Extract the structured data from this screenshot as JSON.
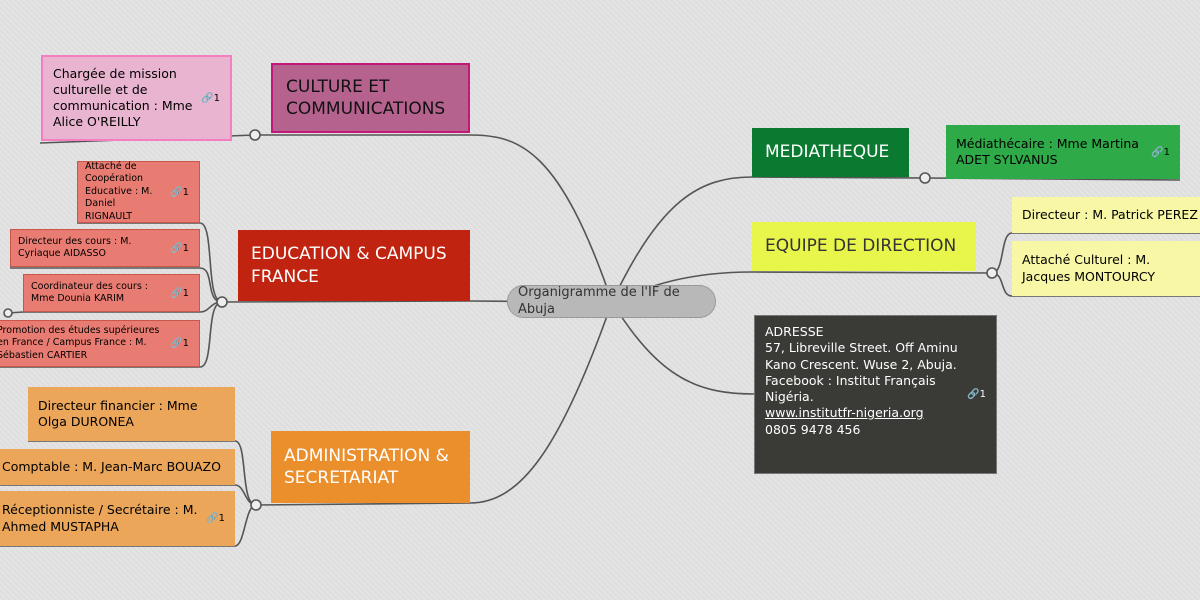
{
  "center": "Organigramme de l'IF de Abuja",
  "link_badge": "1",
  "colors": {
    "culture": "#b5628e",
    "culture_child": "#e9b4d0",
    "education": "#c0230f",
    "education_child": "#e97c72",
    "admin": "#ea8f2c",
    "admin_child": "#eba65a",
    "mediatheque": "#0a7a30",
    "mediatheque_child": "#2eaa48",
    "direction": "#e8f54a",
    "direction_child": "#f7f7a5",
    "address": "#3a3a36"
  },
  "branches": {
    "culture": {
      "title": "CULTURE ET COMMUNICATIONS",
      "children": [
        "Chargée de mission culturelle et de communication : Mme Alice O'REILLY"
      ]
    },
    "education": {
      "title": "EDUCATION & CAMPUS FRANCE",
      "children": [
        "Attaché de Coopération Educative : M. Daniel RIGNAULT",
        "Directeur des cours : M. Cyriaque AIDASSO",
        "Coordinateur des cours : Mme Dounia KARIM",
        "Promotion des études supérieures en France / Campus France : M. Sébastien CARTIER"
      ]
    },
    "admin": {
      "title": "ADMINISTRATION & SECRETARIAT",
      "children": [
        "Directeur financier : Mme Olga DURONEA",
        "Comptable : M. Jean-Marc BOUAZO",
        "Réceptionniste / Secrétaire : M. Ahmed MUSTAPHA"
      ]
    },
    "mediatheque": {
      "title": "MEDIATHEQUE",
      "children": [
        "Médiathécaire : Mme Martina ADET SYLVANUS"
      ]
    },
    "direction": {
      "title": "EQUIPE DE DIRECTION",
      "children": [
        "Directeur : M. Patrick PEREZ",
        "Attaché Culturel : M. Jacques MONTOURCY"
      ]
    },
    "address": {
      "lines": [
        "ADRESSE",
        "57, Libreville Street. Off Aminu Kano Crescent. Wuse 2, Abuja.",
        "Facebook : Institut Français Nigéria."
      ],
      "link": "www.institutfr-nigeria.org",
      "phone": "0805 9478 456"
    }
  }
}
